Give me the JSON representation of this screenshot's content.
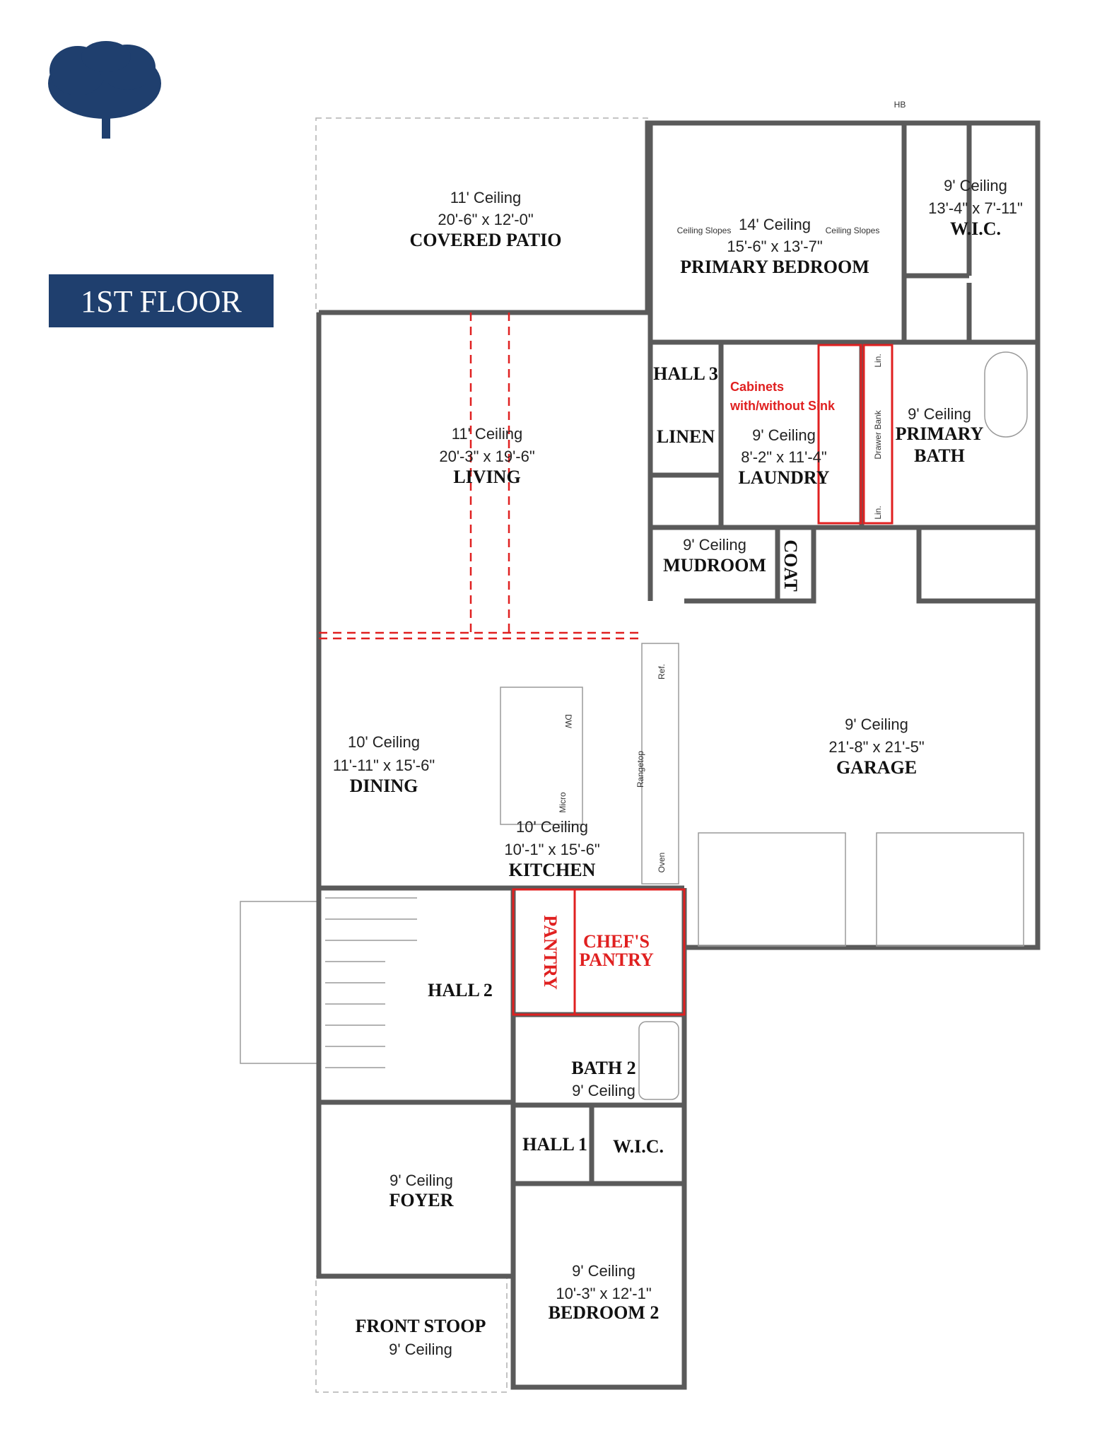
{
  "header": {
    "floor_label": "1ST FLOOR",
    "brand_color": "#1f3f6e",
    "accent_color": "#e02020"
  },
  "rooms": {
    "covered_patio": {
      "ceiling": "11' Ceiling",
      "dims": "20'-6\" x 12'-0\"",
      "name": "COVERED PATIO"
    },
    "primary_bedroom": {
      "ceiling": "14' Ceiling",
      "dims": "15'-6\" x 13'-7\"",
      "name": "PRIMARY BEDROOM",
      "note_left": "Ceiling Slopes",
      "note_right": "Ceiling Slopes"
    },
    "primary_wic": {
      "ceiling": "9' Ceiling",
      "dims": "13'-4\" x 7'-11\"",
      "name": "W.I.C."
    },
    "living": {
      "ceiling": "11' Ceiling",
      "dims": "20'-3\" x 19'-6\"",
      "name": "LIVING"
    },
    "hall3": {
      "name": "HALL 3"
    },
    "linen": {
      "name": "LINEN"
    },
    "laundry": {
      "ceiling": "9' Ceiling",
      "dims": "8'-2\" x 11'-4\"",
      "name": "LAUNDRY",
      "note_line1": "Cabinets",
      "note_line2": "with/without Sink"
    },
    "primary_bath": {
      "ceiling": "9' Ceiling",
      "name_line1": "PRIMARY",
      "name_line2": "BATH",
      "lin_top": "Lin.",
      "lin_bottom": "Lin.",
      "drawer": "Drawer Bank"
    },
    "mudroom": {
      "ceiling": "9' Ceiling",
      "name": "MUDROOM"
    },
    "coat": {
      "name": "COAT"
    },
    "garage": {
      "ceiling": "9' Ceiling",
      "dims": "21'-8\" x 21'-5\"",
      "name": "GARAGE"
    },
    "dining": {
      "ceiling": "10' Ceiling",
      "dims": "11'-11\" x 15'-6\"",
      "name": "DINING"
    },
    "kitchen": {
      "ceiling": "10' Ceiling",
      "dims": "10'-1\" x 15'-6\"",
      "name": "KITCHEN",
      "ref": "Ref.",
      "rangetop": "Rangetop",
      "oven": "Oven",
      "dw": "DW",
      "micro": "Micro"
    },
    "pantry": {
      "name": "PANTRY"
    },
    "chefs_pantry": {
      "name_line1": "CHEF'S",
      "name_line2": "PANTRY"
    },
    "hall2": {
      "name": "HALL 2"
    },
    "bath2": {
      "name": "BATH 2",
      "ceiling": "9' Ceiling"
    },
    "hall1": {
      "name": "HALL 1"
    },
    "wic2": {
      "name": "W.I.C."
    },
    "foyer": {
      "ceiling": "9' Ceiling",
      "name": "FOYER"
    },
    "bedroom2": {
      "ceiling": "9' Ceiling",
      "dims": "10'-3\" x 12'-1\"",
      "name": "BEDROOM 2"
    },
    "front_stoop": {
      "name": "FRONT STOOP",
      "ceiling": "9' Ceiling"
    }
  },
  "markers": {
    "hb": "HB"
  }
}
